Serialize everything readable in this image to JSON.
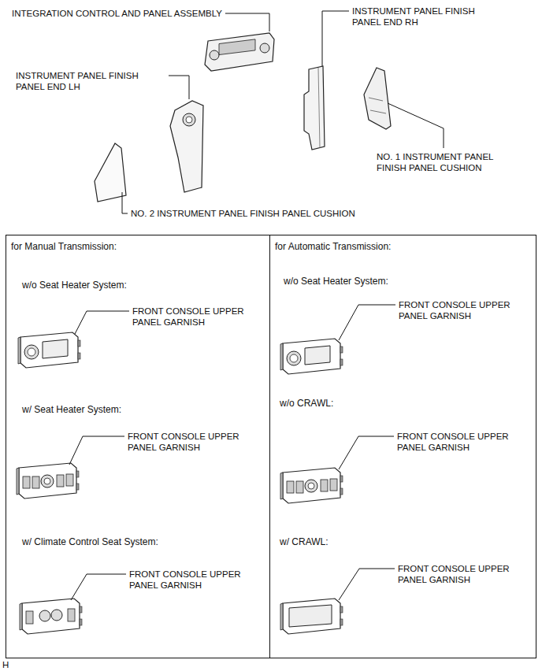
{
  "diagram": {
    "nodes": [
      {
        "text": [
          "for Manual Transmission:"
        ]
      },
      {
        "text": [
          "for Automatic Transmission:"
        ]
      }
    ],
    "labels": [
      "INTEGRATION CONTROL AND PANEL ASSEMBLY",
      "INSTRUMENT PANEL FINISH PANEL END RH",
      "INSTRUMENT PANEL FINISH PANEL END LH",
      "NO. 1 INSTRUMENT PANEL FINISH PANEL CUSHION",
      "NO. 2 INSTRUMENT PANEL FINISH PANEL CUSHION",
      "w/o Seat Heater System:",
      "FRONT CONSOLE UPPER PANEL GARNISH",
      "w/ Seat Heater System:",
      "FRONT CONSOLE UPPER PANEL GARNISH",
      "w/ Climate Control Seat System:",
      "FRONT CONSOLE UPPER PANEL GARNISH",
      "w/o Seat Heater System:",
      "FRONT CONSOLE UPPER PANEL GARNISH",
      "w/o CRAWL:",
      "FRONT CONSOLE UPPER PANEL GARNISH",
      "w/ CRAWL:",
      "FRONT CONSOLE UPPER PANEL GARNISH",
      "H"
    ]
  }
}
